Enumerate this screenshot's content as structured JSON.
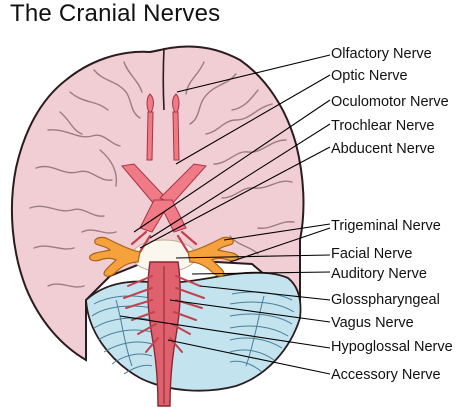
{
  "title": "The Cranial Nerves",
  "labels": [
    "Olfactory Nerve",
    "Optic Nerve",
    "Oculomotor Nerve",
    "Trochlear Nerve",
    "Abducent Nerve",
    "Trigeminal Nerve",
    "Facial Nerve",
    "Auditory Nerve",
    "Glosspharyngeal",
    "Vagus Nerve",
    "Hypoglossal Nerve",
    "Accessory Nerve"
  ],
  "colors": {
    "cerebrum": "#f1cdd4",
    "cerebrum_outline": "#2a1c1e",
    "gyri": "#9a7d83",
    "cerebellum": "#c3e3ee",
    "cerebellum_lines": "#4a7f99",
    "nerve_pink": "#f07a86",
    "nerve_dark": "#c2414f",
    "brainstem": "#e0616e",
    "trigeminal": "#f5a23c",
    "pons": "#fbf7ef",
    "leader_line": "#000000"
  }
}
